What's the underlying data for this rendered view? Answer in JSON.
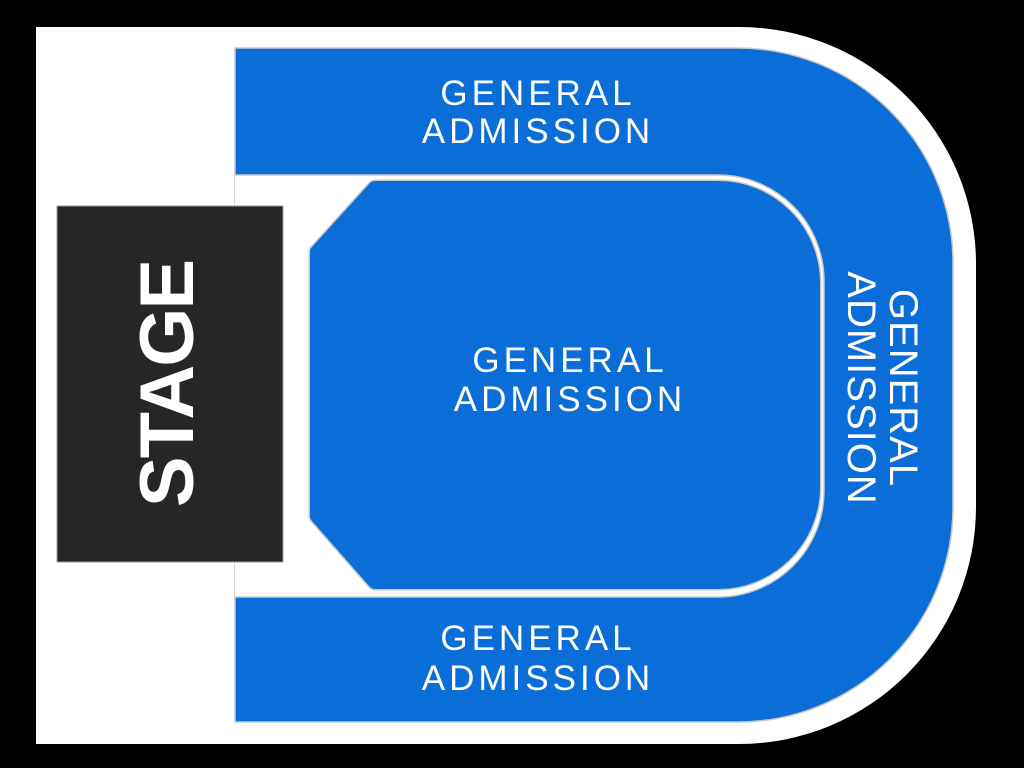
{
  "colors": {
    "background": "#000000",
    "panel": "#ffffff",
    "section_fill": "#0b6dd7",
    "section_edge": "#c8c8c8",
    "stage_fill": "#262626",
    "stage_edge": "#999999",
    "label": "#ffffff"
  },
  "stage": {
    "label": "STAGE"
  },
  "sections": {
    "outer_band": {
      "top": {
        "line1": "GENERAL",
        "line2": "ADMISSION"
      },
      "right": {
        "line1": "GENERAL",
        "line2": "ADMISSION"
      },
      "bottom": {
        "line1": "GENERAL",
        "line2": "ADMISSION"
      }
    },
    "floor": {
      "center": {
        "line1": "GENERAL",
        "line2": "ADMISSION"
      }
    }
  }
}
